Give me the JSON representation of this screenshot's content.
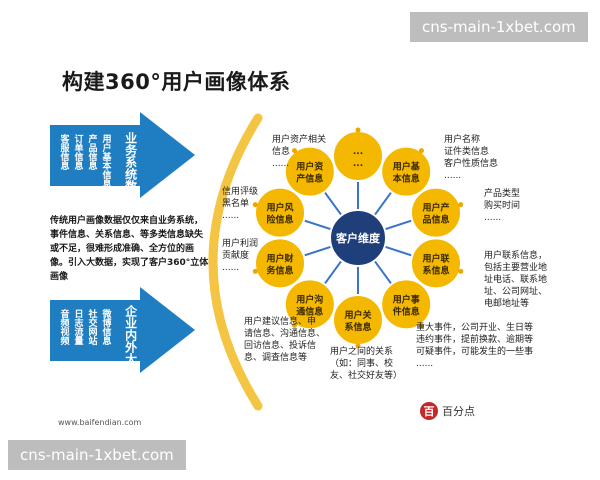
{
  "watermark": "cns-main-1xbet.com",
  "title": "构建360°用户画像体系",
  "left_panel": {
    "top_arrow_title": "业务系统数据",
    "top_arrow_items": [
      "用户基本信息",
      "产品信息",
      "订单信息",
      "客服信息"
    ],
    "bottom_arrow_title": "企业内外大数据",
    "bottom_arrow_items": [
      "微博信息",
      "社交网站",
      "日志流量",
      "音频视频"
    ],
    "intro_text": "传统用户画像数据仅仅来自业务系统，事件信息、关系信息、等多类信息缺失或不足，很难形成准确、全方位的画像。引入大数据，实现了客户360°立体画像"
  },
  "hub": {
    "label": "客户维度"
  },
  "nodes": [
    {
      "label": "......"
    },
    {
      "label": "用户基本信息"
    },
    {
      "label": "用户产品信息"
    },
    {
      "label": "用户联系信息"
    },
    {
      "label": "用户事件信息"
    },
    {
      "label": "用户关系信息"
    },
    {
      "label": "用户沟通信息"
    },
    {
      "label": "用户财务信息"
    },
    {
      "label": "用户风险信息"
    },
    {
      "label": "用户资产信息"
    }
  ],
  "annotations": {
    "asset": "用户资产相关\n信息\n......",
    "basic": "用户名称\n证件类信息\n客户性质信息\n......",
    "product": "产品类型\n购买时间\n......",
    "contact": "用户联系信息，\n包括主要营业地\n址电话、联系地\n址、公司网址、\n电邮地址等",
    "event": "重大事件，公司开业、生日等\n违约事件，提前换款、逾期等\n可疑事件，可能发生的一些事\n......",
    "relation": "用户之间的关系\n（如：同事、校\n友、社交好友等）",
    "communication": "用户建议信息、申\n请信息、沟通信息、\n回访信息、投诉信\n息、调查信息等",
    "finance": "用户利润\n贡献度\n......",
    "risk": "信用评级\n黑名单\n......"
  },
  "footer": {
    "url": "www.baifendian.com",
    "logo_text": "百分点"
  },
  "colors": {
    "arrow_blue": "#1f7ec1",
    "hub_blue": "#1f3f7a",
    "node_orange": "#f5b800",
    "node_dot_orange": "#f0a500",
    "spoke_blue": "#3a74c8",
    "arc_yellow": "#f4c542"
  }
}
